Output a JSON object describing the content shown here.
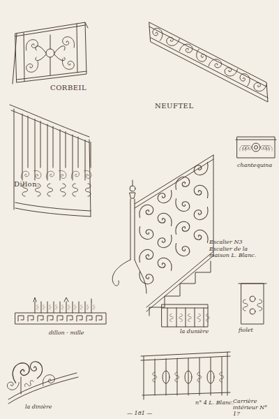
{
  "diagram": {
    "labels": [
      "CORBEIL",
      "NEUFTEL",
      "Dillon.",
      "chantequina",
      "Escalier N3",
      "Escalier de la maison L. Blanc.",
      "dillon - mille",
      "la dunière",
      "fiolet",
      "la dinière",
      "n° 4 L. Blanc.",
      "Carrière intérieur N° 17",
      "— 181 —"
    ]
  }
}
